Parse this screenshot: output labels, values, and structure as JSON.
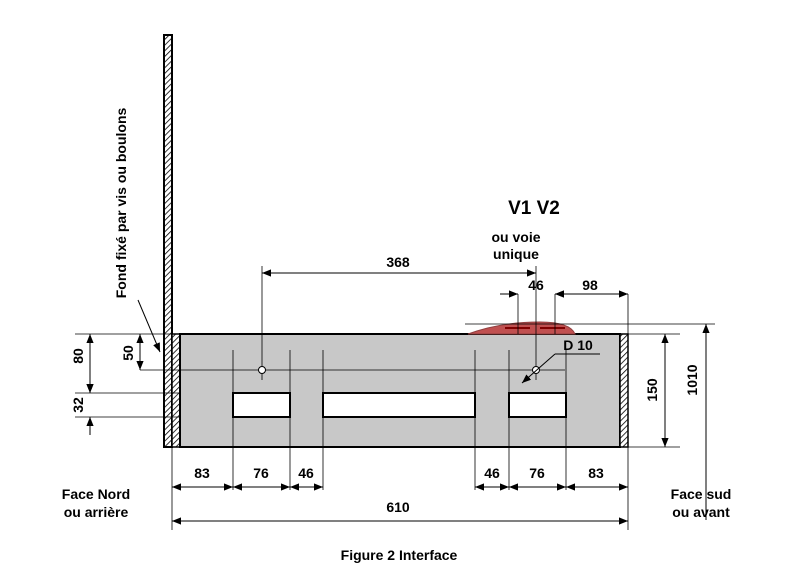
{
  "title": "V1 V2",
  "voie_unique": [
    "ou voie",
    "unique"
  ],
  "fond_label": "Fond fixé par vis ou boulons",
  "left_face": [
    "Face Nord",
    "ou arrière"
  ],
  "right_face": [
    "Face sud",
    "ou avant"
  ],
  "hole_label": "D 10",
  "caption": "Figure 2 Interface",
  "dimensions": {
    "d368": "368",
    "d46_top": "46",
    "d98": "98",
    "d80": "80",
    "d50": "50",
    "d32": "32",
    "d150": "150",
    "d1010": "1010",
    "bottom": [
      "83",
      "76",
      "46",
      "46",
      "76",
      "83"
    ],
    "total": "610"
  },
  "colors": {
    "panel": "#c8c8c8",
    "line": "#000000",
    "marker": "#c05050"
  }
}
